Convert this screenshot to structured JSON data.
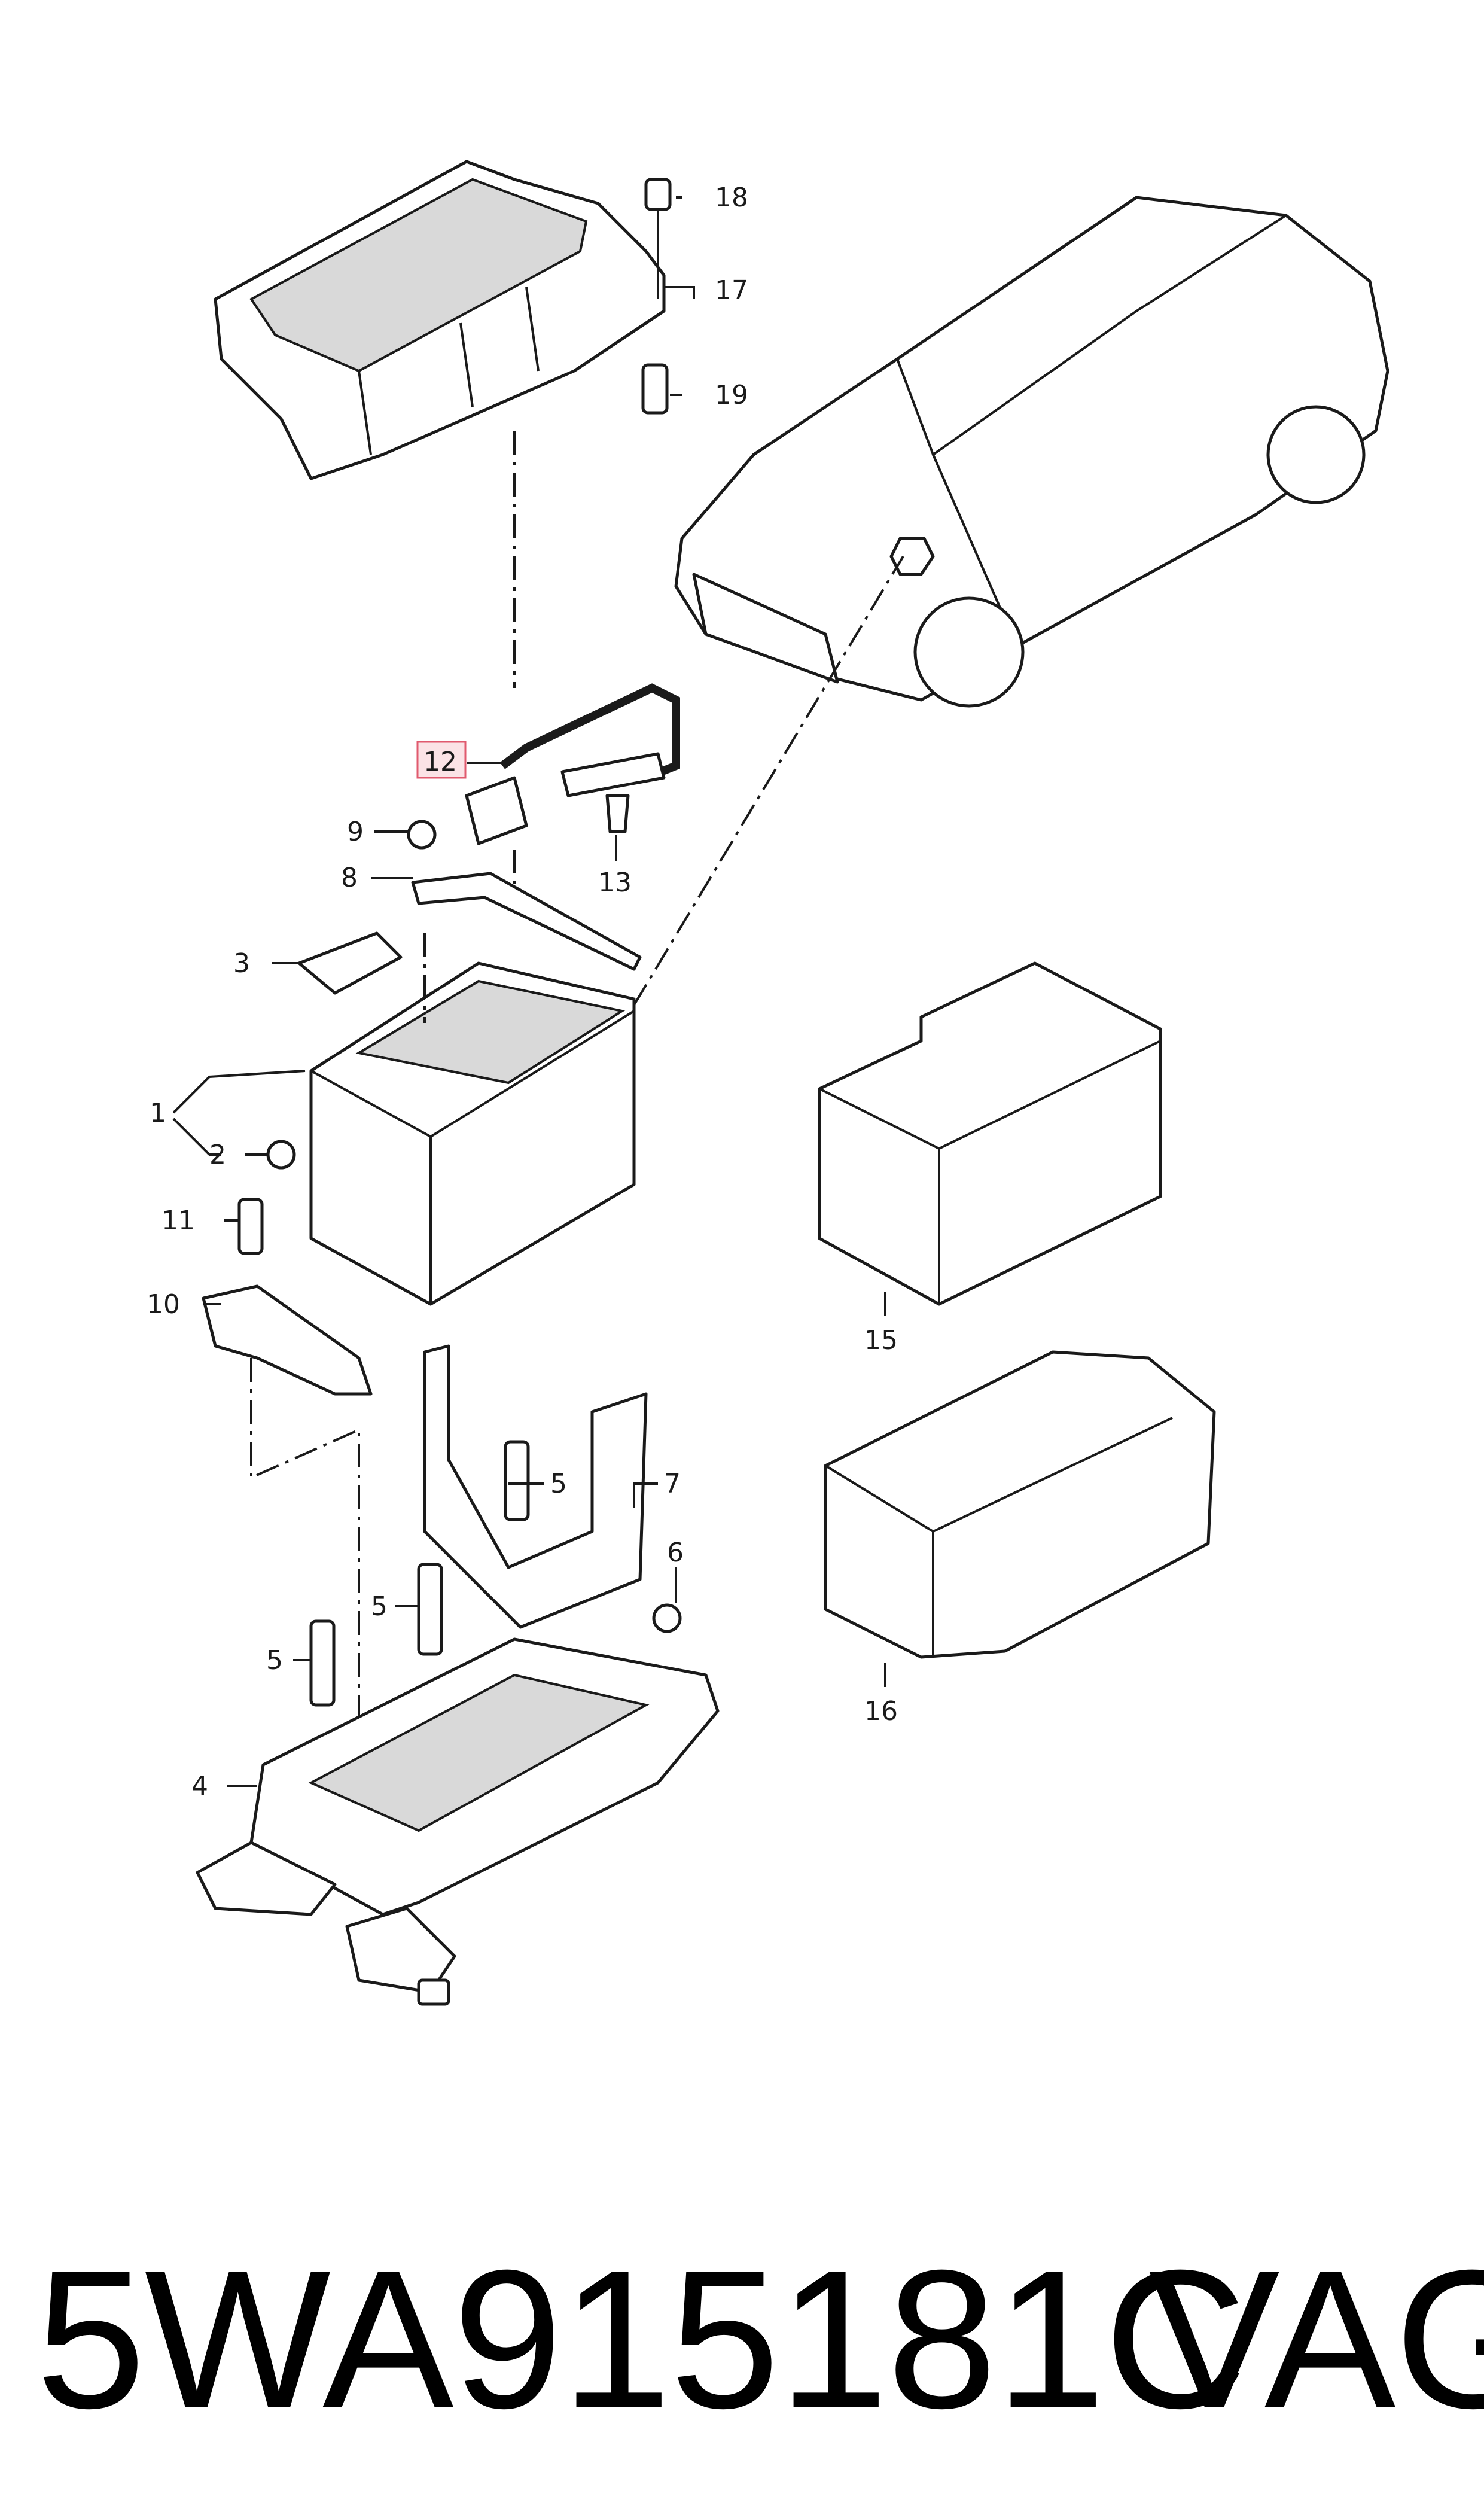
{
  "callouts": [
    {
      "id": "c1",
      "label": "1"
    },
    {
      "id": "c2",
      "label": "2"
    },
    {
      "id": "c3",
      "label": "3"
    },
    {
      "id": "c4",
      "label": "4"
    },
    {
      "id": "c5a",
      "label": "5"
    },
    {
      "id": "c5b",
      "label": "5"
    },
    {
      "id": "c5c",
      "label": "5"
    },
    {
      "id": "c6",
      "label": "6"
    },
    {
      "id": "c7",
      "label": "7"
    },
    {
      "id": "c8",
      "label": "8"
    },
    {
      "id": "c9",
      "label": "9"
    },
    {
      "id": "c10",
      "label": "10"
    },
    {
      "id": "c11",
      "label": "11"
    },
    {
      "id": "c12",
      "label": "12",
      "highlighted": true
    },
    {
      "id": "c13",
      "label": "13"
    },
    {
      "id": "c15",
      "label": "15"
    },
    {
      "id": "c16",
      "label": "16"
    },
    {
      "id": "c17",
      "label": "17"
    },
    {
      "id": "c18",
      "label": "18"
    },
    {
      "id": "c19",
      "label": "19"
    }
  ],
  "footer": {
    "part_number": "5WA915181C",
    "brand": "VAG"
  },
  "colors": {
    "highlight_fill": "#fbe3e6",
    "highlight_stroke": "#e05a6e",
    "line": "#1a1a1a"
  }
}
